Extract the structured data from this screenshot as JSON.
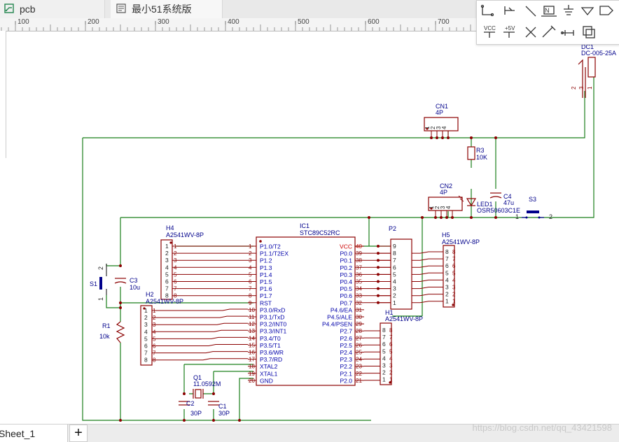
{
  "tabs": [
    {
      "label": "pcb",
      "icon": "pcb-doc-icon"
    },
    {
      "label": "最小51系统版",
      "icon": "schematic-doc-icon"
    }
  ],
  "ruler": {
    "ticks": [
      "100",
      "200",
      "300",
      "400",
      "500",
      "600",
      "700"
    ]
  },
  "palette": {
    "tools": [
      "wire-tool-icon",
      "bus-tool-icon",
      "line-tool-icon",
      "netlabel-tool-icon",
      "ground-tool-icon",
      "netflag-tool-icon",
      "netport-tool-icon",
      "vcc-tool-icon",
      "plus5v-tool-icon",
      "no-connect-tool-icon",
      "probe-tool-icon",
      "pin-tool-icon",
      "group-tool-icon"
    ],
    "vcc_label": "VCC",
    "plus5v_label": "+5V",
    "netlabel_label": "N"
  },
  "schematic": {
    "ic1": {
      "ref": "IC1",
      "part": "STC89C52RC",
      "left_pins": [
        {
          "num": "1",
          "name": "P1.0/T2"
        },
        {
          "num": "2",
          "name": "P1.1/T2EX"
        },
        {
          "num": "3",
          "name": "P1.2"
        },
        {
          "num": "4",
          "name": "P1.3"
        },
        {
          "num": "5",
          "name": "P1.4"
        },
        {
          "num": "6",
          "name": "P1.5"
        },
        {
          "num": "7",
          "name": "P1.6"
        },
        {
          "num": "8",
          "name": "P1.7"
        },
        {
          "num": "9",
          "name": "RST"
        },
        {
          "num": "10",
          "name": "P3.0/RxD"
        },
        {
          "num": "11",
          "name": "P3.1/TxD"
        },
        {
          "num": "12",
          "name": "P3.2/INT0"
        },
        {
          "num": "13",
          "name": "P3.3/INT1"
        },
        {
          "num": "14",
          "name": "P3.4/T0"
        },
        {
          "num": "15",
          "name": "P3.5/T1"
        },
        {
          "num": "16",
          "name": "P3.6/WR"
        },
        {
          "num": "17",
          "name": "P3.7/RD"
        },
        {
          "num": "18",
          "name": "XTAL2"
        },
        {
          "num": "19",
          "name": "XTAL1"
        },
        {
          "num": "20",
          "name": "GND"
        }
      ],
      "right_pins": [
        {
          "num": "40",
          "name": "VCC"
        },
        {
          "num": "39",
          "name": "P0.0"
        },
        {
          "num": "38",
          "name": "P0.1"
        },
        {
          "num": "37",
          "name": "P0.2"
        },
        {
          "num": "36",
          "name": "P0.3"
        },
        {
          "num": "35",
          "name": "P0.4"
        },
        {
          "num": "34",
          "name": "P0.5"
        },
        {
          "num": "33",
          "name": "P0.6"
        },
        {
          "num": "32",
          "name": "P0.7"
        },
        {
          "num": "31",
          "name": "P4.6/EA"
        },
        {
          "num": "30",
          "name": "P4.5/ALE"
        },
        {
          "num": "29",
          "name": "P4.4/PSEN"
        },
        {
          "num": "28",
          "name": "P2.7"
        },
        {
          "num": "27",
          "name": "P2.6"
        },
        {
          "num": "26",
          "name": "P2.5"
        },
        {
          "num": "25",
          "name": "P2.4"
        },
        {
          "num": "24",
          "name": "P2.3"
        },
        {
          "num": "23",
          "name": "P2.2"
        },
        {
          "num": "22",
          "name": "P2.1"
        },
        {
          "num": "21",
          "name": "P2.0"
        }
      ]
    },
    "h4": {
      "ref": "H4",
      "part": "A2541WV-8P"
    },
    "h2": {
      "ref": "H2",
      "part": "A2541WV-8P"
    },
    "h5": {
      "ref": "H5",
      "part": "A2541WV-8P"
    },
    "h1": {
      "ref": "H1",
      "part": "A2541WV-8P"
    },
    "p2": {
      "ref": "P2",
      "pins": [
        "9",
        "8",
        "7",
        "6",
        "5",
        "4",
        "3",
        "2",
        "1"
      ]
    },
    "cn1": {
      "ref": "CN1",
      "part": "4P",
      "pins": [
        "1",
        "2",
        "3",
        "4"
      ]
    },
    "cn2": {
      "ref": "CN2",
      "part": "4P",
      "pins": [
        "1",
        "2",
        "3",
        "4"
      ]
    },
    "dc1": {
      "ref": "DC1",
      "part": "DC-005-25A",
      "pins": [
        "2",
        "3",
        "1"
      ]
    },
    "r3": {
      "ref": "R3",
      "value": "10K"
    },
    "r1": {
      "ref": "R1",
      "value": "10k"
    },
    "c3": {
      "ref": "C3",
      "value": "10u"
    },
    "c4": {
      "ref": "C4",
      "value": "47u"
    },
    "c2": {
      "ref": "C2",
      "value": "30P"
    },
    "c1": {
      "ref": "C1",
      "value": "30P"
    },
    "q1": {
      "ref": "Q1",
      "value": "11.0592M"
    },
    "led1": {
      "ref": "LED1",
      "part": "OSR50603C1E"
    },
    "s3": {
      "ref": "S3",
      "pin_left": "1",
      "pin_right": "2"
    },
    "s1": {
      "ref": "S1",
      "pin_top": "2",
      "pin_bottom": "1"
    },
    "header_pins": [
      "1",
      "2",
      "3",
      "4",
      "5",
      "6",
      "7",
      "8"
    ],
    "header_pins_rev": [
      "8",
      "7",
      "6",
      "5",
      "4",
      "3",
      "2",
      "1"
    ]
  },
  "sheet": {
    "name": "Sheet_1",
    "add_label": "+"
  },
  "watermark": "https://blog.csdn.net/qq_43421598",
  "colors": {
    "wire": "#1a7f1a",
    "component": "#8b0000",
    "pin_text": "#0000aa",
    "label": "#00008b",
    "vcc_label": "#cc0000"
  }
}
